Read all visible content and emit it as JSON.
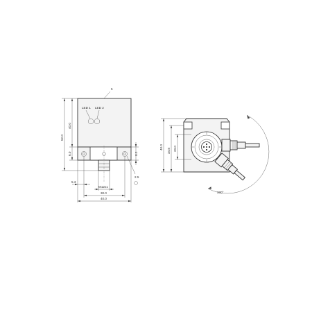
{
  "labels": {
    "led1": "LED 1",
    "led2": "LED 2",
    "callout_top": "5",
    "dim_total_height": "52.0",
    "dim_body_height": "40.0",
    "dim_flange": "6.0",
    "dim_right_small": "0.2",
    "dim_hole": "2.5",
    "dim_left_offset": "5.3",
    "dim_thread": "M12x1",
    "dim_hole_spacing": "30.0",
    "dim_width": "40.0",
    "dim_side_height": "40.0",
    "dim_side_mid": "34.8",
    "dim_side_inner": "20.0",
    "dim_rotation": "330°"
  }
}
